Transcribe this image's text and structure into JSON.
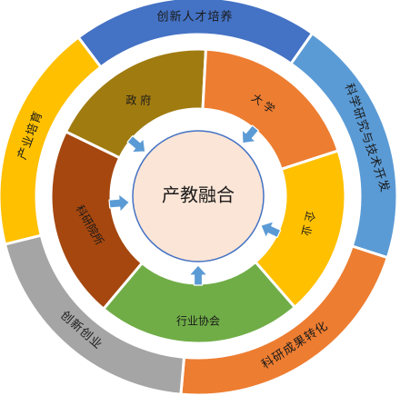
{
  "center": {
    "label": "产教融合",
    "fill": "#FBE5D6"
  },
  "inner_ring": [
    {
      "id": "government",
      "label": "政 府",
      "color": "#A07B10"
    },
    {
      "id": "university",
      "label": "大 学",
      "color": "#ED7D31"
    },
    {
      "id": "enterprise",
      "label": "企 业",
      "color": "#FFC000"
    },
    {
      "id": "industry-association",
      "label": "行业协会",
      "color": "#70AD47"
    },
    {
      "id": "research-institute",
      "label": "科研院所",
      "color": "#A5470F"
    }
  ],
  "outer_ring": [
    {
      "id": "talent-cultivation",
      "label": "创新人才培养",
      "color": "#4472C4"
    },
    {
      "id": "research-development",
      "label": "科学研究与技术开发",
      "color": "#5B9BD5"
    },
    {
      "id": "achievement-transfer",
      "label": "科研成果转化",
      "color": "#ED7D31"
    },
    {
      "id": "innovation-entrepreneurship",
      "label": "创新创业",
      "color": "#A5A5A5"
    },
    {
      "id": "industry-cultivation",
      "label": "产业培育",
      "color": "#FFC000"
    }
  ],
  "arrow_color": "#5B9BD5"
}
